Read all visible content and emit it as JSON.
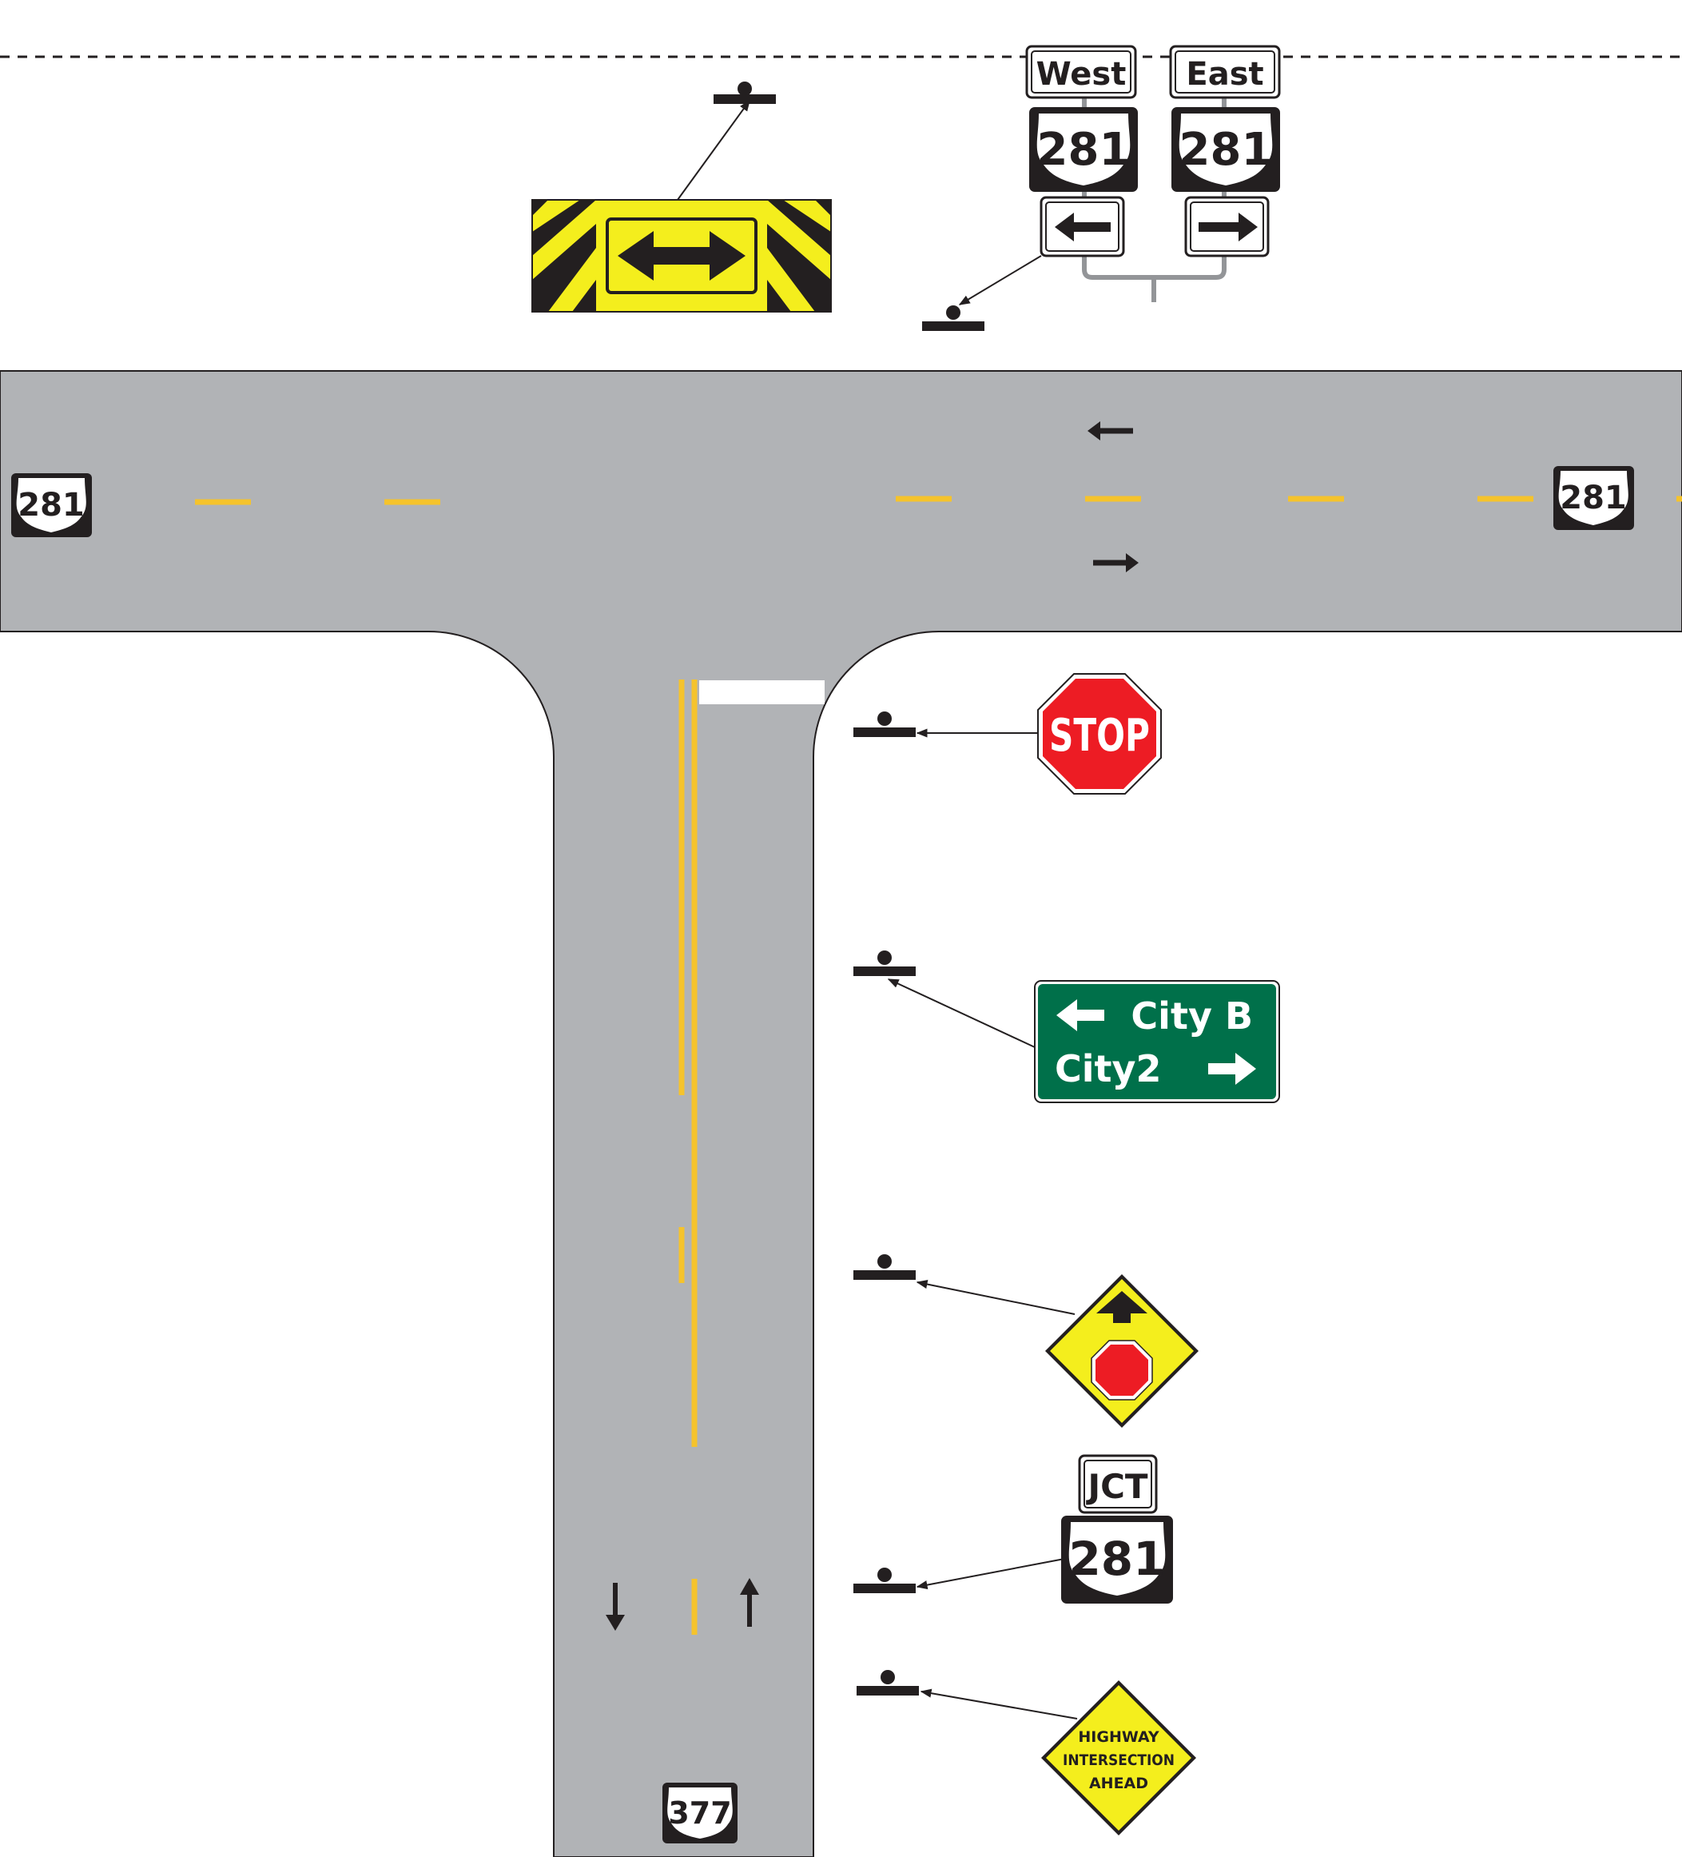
{
  "diagram": {
    "main_route": {
      "shield_number": "281"
    },
    "side_route": {
      "shield_number": "377"
    },
    "assembly": {
      "west_plaque": "West",
      "east_plaque": "East",
      "west_shield": "281",
      "east_shield": "281"
    },
    "stop_sign": {
      "text": "STOP"
    },
    "guide_sign": {
      "line1": "City B",
      "line2": "City2",
      "color": "#00704a"
    },
    "jct_assembly": {
      "plaque": "JCT",
      "shield": "281"
    },
    "warning_sign": {
      "line1": "HIGHWAY",
      "line2": "INTERSECTION",
      "line3": "AHEAD"
    },
    "colors": {
      "pavement": "#b1b3b6",
      "yellow_marking": "#f5c32c",
      "warning_yellow": "#f4ee1d",
      "stop_red": "#ed1c24"
    }
  }
}
